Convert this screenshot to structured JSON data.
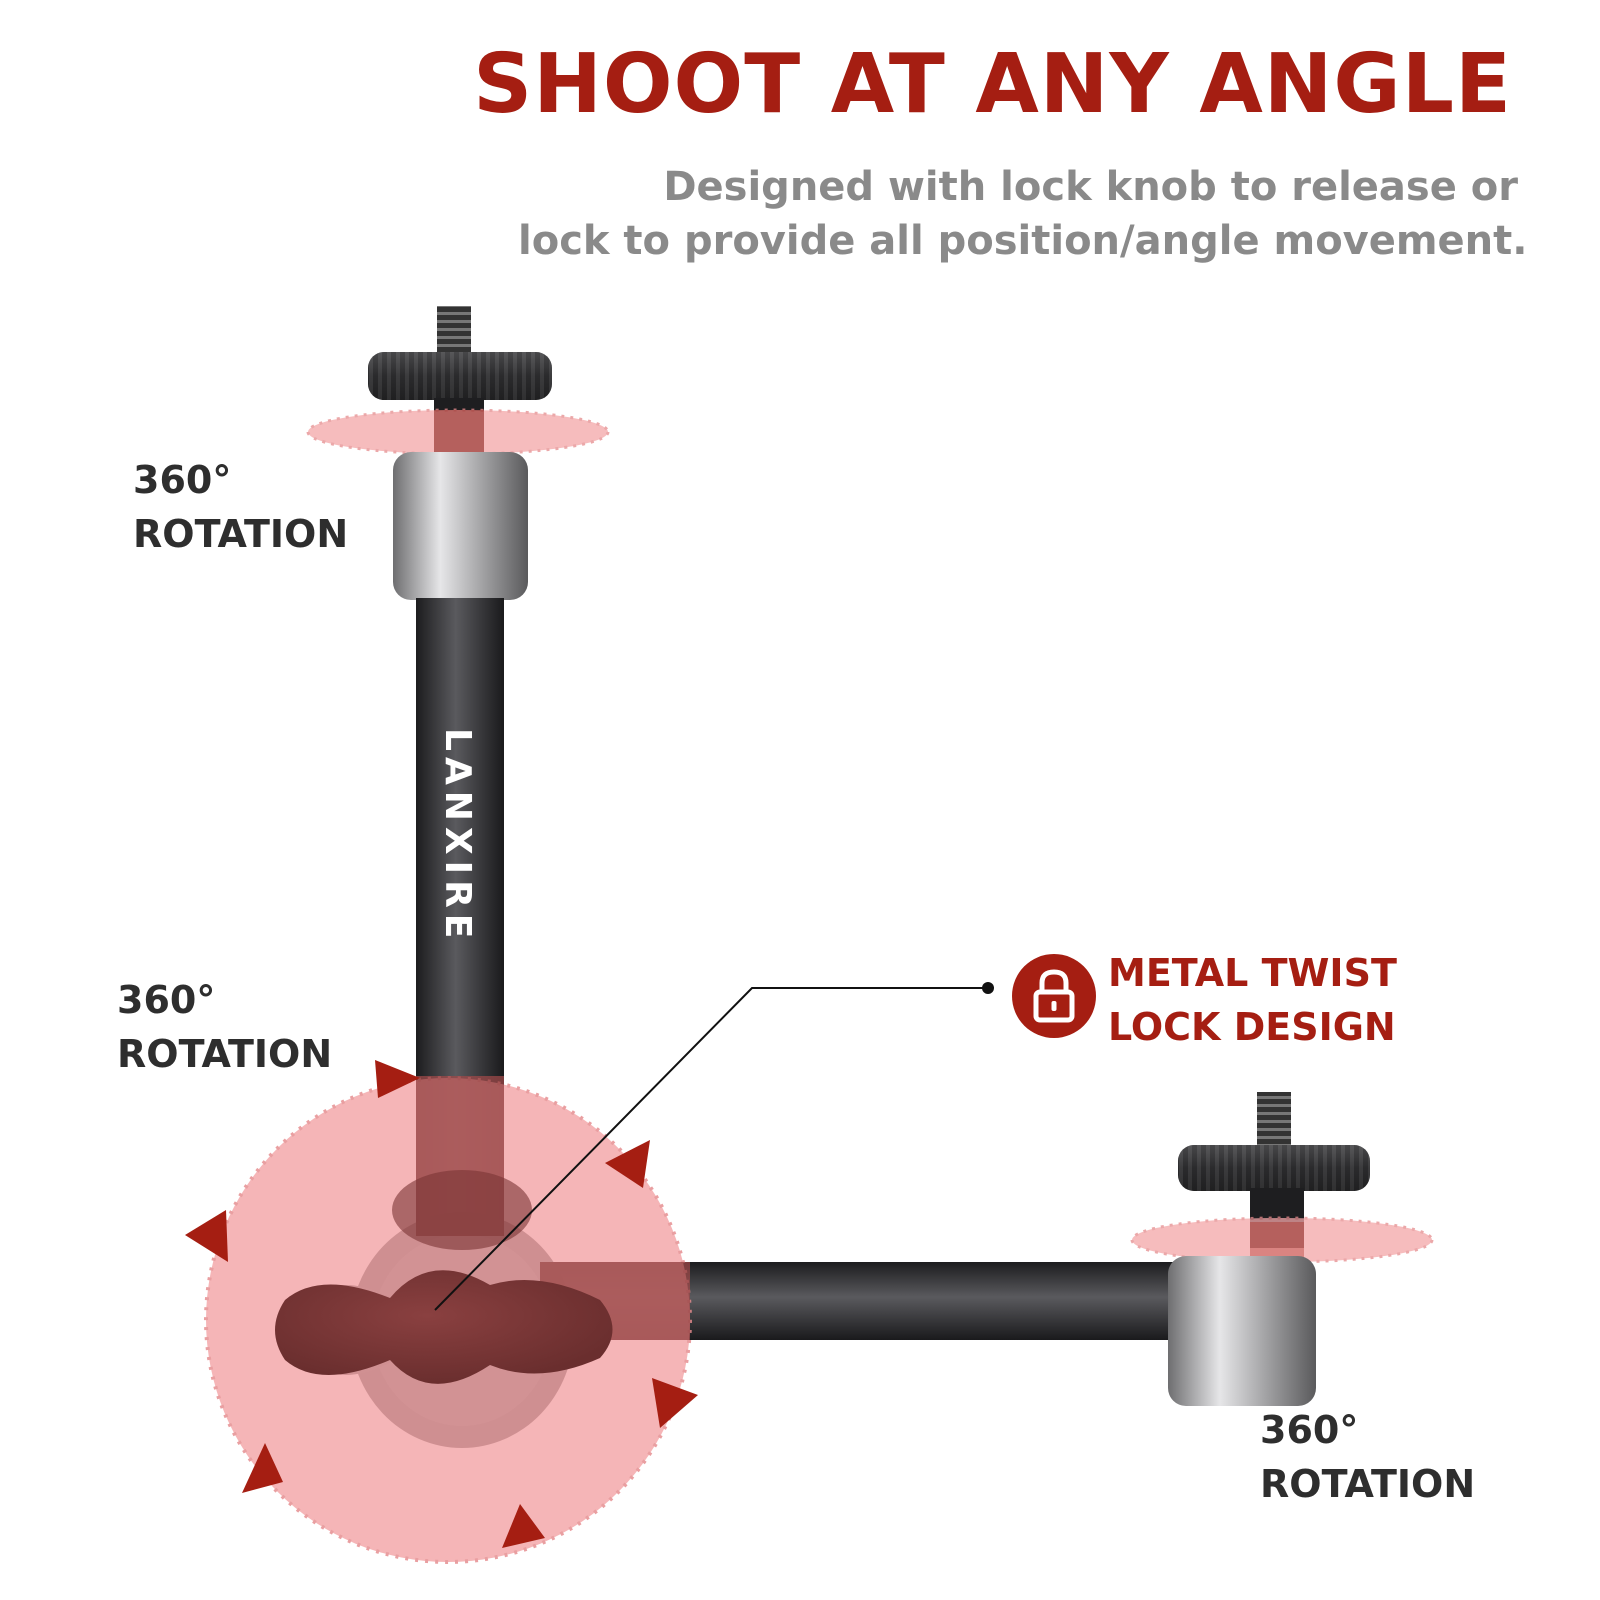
{
  "headline": "SHOOT AT ANY ANGLE",
  "subtitle": {
    "line1": "Designed with lock knob to release or",
    "line2": "lock to provide all position/angle movement."
  },
  "rotation_labels": {
    "top": {
      "line1": "360°",
      "line2": "ROTATION"
    },
    "middle": {
      "line1": "360°",
      "line2": "ROTATION"
    },
    "right": {
      "line1": "360°",
      "line2": "ROTATION"
    }
  },
  "lock_callout": {
    "icon": "padlock-icon",
    "line1": "METAL TWIST",
    "line2": "LOCK DESIGN"
  },
  "brand_text": "LANXIRE",
  "colors": {
    "accent": "#a51e12",
    "highlight": "#f4a6a8",
    "subtitle_gray": "#8a8a8a",
    "label_dark": "#2e2e2e",
    "arm_metal": "#3a3a3c",
    "joint_silver": "#a9a9a9"
  }
}
